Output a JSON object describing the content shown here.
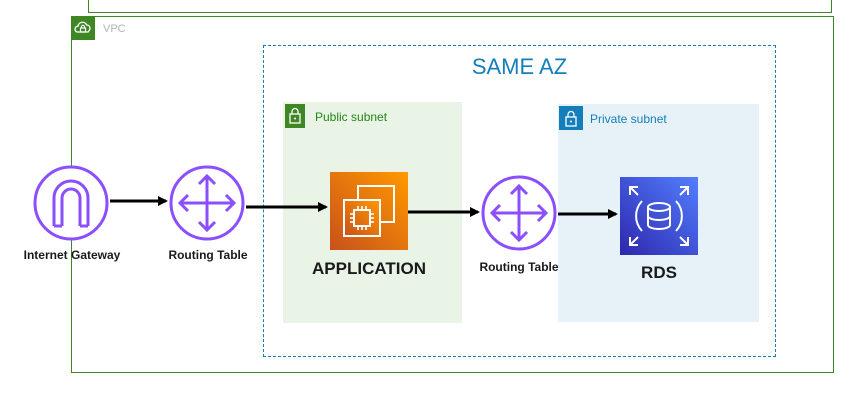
{
  "vpc": {
    "label": "VPC"
  },
  "az": {
    "title": "SAME AZ"
  },
  "public_subnet": {
    "label": "Public subnet"
  },
  "private_subnet": {
    "label": "Private subnet"
  },
  "nodes": {
    "internet_gateway": "Internet Gateway",
    "routing_table_1": "Routing Table",
    "application": "APPLICATION",
    "routing_table_2": "Routing Table",
    "rds": "RDS"
  },
  "colors": {
    "vpc_green": "#3f8624",
    "az_blue": "#147eba",
    "icon_purple": "#8c4fff",
    "ec2_orange": "#ed7100",
    "rds_blue": "#3b48cc"
  },
  "icons": [
    "cloud-lock-icon",
    "padlock-icon",
    "internet-gateway-icon",
    "router-icon",
    "ec2-icon",
    "rds-icon"
  ]
}
